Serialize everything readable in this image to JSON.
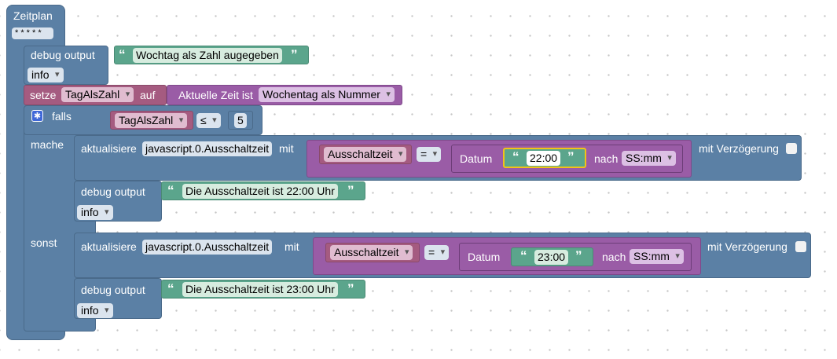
{
  "event": {
    "title": "Zeitplan",
    "schedule": "* * * * *"
  },
  "debug1": {
    "label": "debug output",
    "text": "Wochtag als Zahl augegeben",
    "level": "info"
  },
  "setze": {
    "label": "setze",
    "variable": "TagAlsZahl",
    "auf": "auf"
  },
  "time": {
    "label": "Aktuelle Zeit ist",
    "option": "Wochentag als Nummer"
  },
  "falls": {
    "label": "falls",
    "variable": "TagAlsZahl",
    "operator": "≤",
    "value": "5"
  },
  "mache": {
    "label": "mache",
    "update": {
      "label": "aktualisiere",
      "object": "javascript.0.Ausschaltzeit",
      "mit": "mit",
      "variable": "Ausschaltzeit",
      "operator": "=",
      "datum": "Datum",
      "time": "22:00",
      "nach": "nach",
      "format": "SS:mm",
      "delay": "mit Verzögerung"
    },
    "debug": {
      "label": "debug output",
      "text": "Die Ausschaltzeit ist 22:00 Uhr",
      "level": "info"
    }
  },
  "sonst": {
    "label": "sonst",
    "update": {
      "label": "aktualisiere",
      "object": "javascript.0.Ausschaltzeit",
      "mit": "mit",
      "variable": "Ausschaltzeit",
      "operator": "=",
      "datum": "Datum",
      "time": "23:00",
      "nach": "nach",
      "format": "SS:mm",
      "delay": "mit Verzögerung"
    },
    "debug": {
      "label": "debug output",
      "text": "Die Ausschaltzeit ist 23:00 Uhr",
      "level": "info"
    }
  },
  "colors": {
    "blue": "#5b80a5",
    "pink": "#a55b80",
    "purple": "#9a5ca6",
    "green": "#5ba58c",
    "highlight": "#f2c317"
  },
  "icons": {
    "quote": "quote-icon",
    "gear": "gear-icon",
    "dropdown": "chevron-down-icon"
  }
}
